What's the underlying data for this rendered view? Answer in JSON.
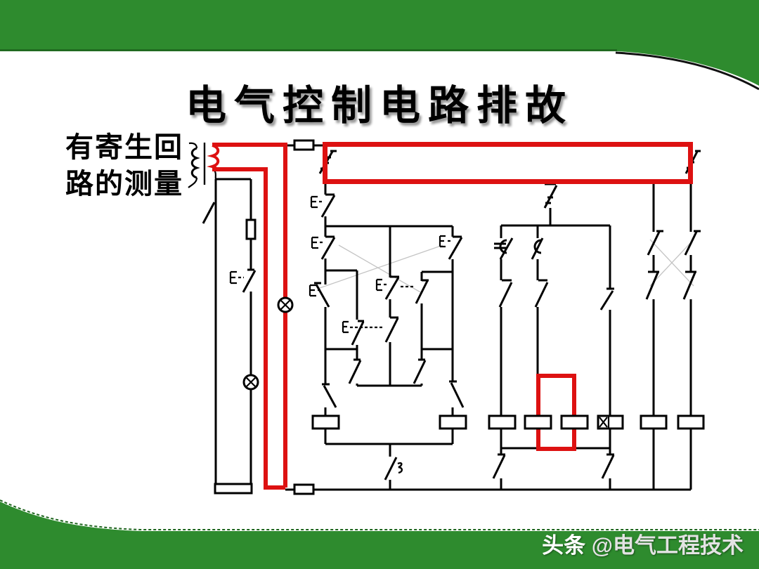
{
  "slide": {
    "title": "电气控制电路排故",
    "side_label_line1": "有寄生回",
    "side_label_line2": "路的测量",
    "watermark_bold": "头条",
    "watermark_rest": " @电气工程技术"
  },
  "colors": {
    "band_green": "#2e8b2e",
    "band_green_dark": "#1e651e",
    "band_edge_black": "#111111",
    "highlight_red": "#dd1111",
    "wire_black": "#000000",
    "interlock_gray": "#c4c4c4",
    "watermark_white": "#ffffff",
    "watermark_gray": "#e3e3e3"
  },
  "components": [
    "transformer-icon",
    "fuse-icon-top",
    "fuse-icon-bottom",
    "fuse-icon-branch",
    "lamp-icon-left",
    "lamp-icon-measure",
    "knife-switch-icon",
    "breaker-contact-icon",
    "pushbutton-contact-icon",
    "delay-contact-icon",
    "no-contact-icon",
    "nc-contact-icon",
    "overload-relay-icon",
    "coil-icon-km1",
    "coil-icon-km2",
    "coil-icon-3",
    "coil-icon-4",
    "coil-icon-5",
    "coil-icon-valve",
    "coil-icon-7",
    "coil-icon-8",
    "measure-loop-highlight",
    "control-band-highlight",
    "parasitic-branch-highlight"
  ]
}
